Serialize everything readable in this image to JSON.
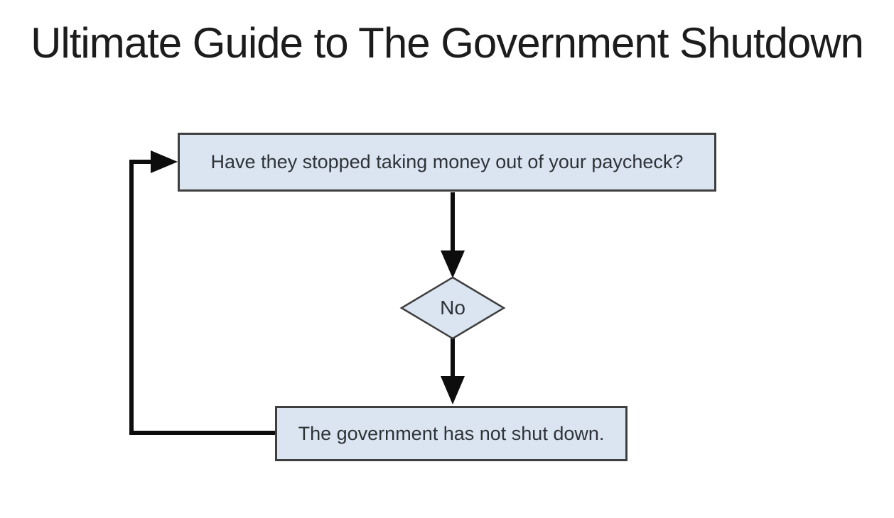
{
  "title": "Ultimate Guide to The Government Shutdown",
  "flowchart": {
    "question": "Have they stopped taking money out of your paycheck?",
    "decision": "No",
    "result": "The government has not shut down."
  },
  "colors": {
    "node_fill": "#dbe5f1",
    "node_border": "#3f3f3f",
    "connector_line": "#0d0d0d",
    "node_text": "#2e3338",
    "title_text": "#1c1c1c",
    "background": "#ffffff"
  }
}
